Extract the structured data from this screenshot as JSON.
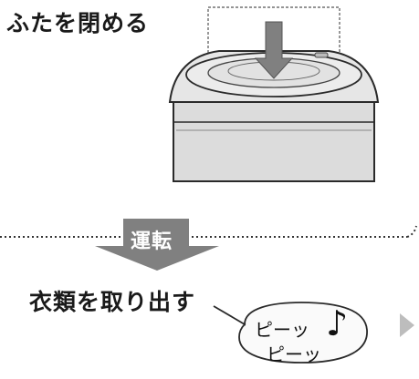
{
  "steps": {
    "close_lid": "ふたを閉める",
    "run": "運転",
    "take_out": "衣類を取り出す"
  },
  "sound": {
    "line1": "ピーッ",
    "line2": "ピーッ",
    "note_icon": "eighth-note-icon"
  },
  "colors": {
    "arrow_gray": "#808080",
    "machine_fill": "#dcdcdc",
    "outline": "#2a2a2a",
    "triangle_gray": "#bdbdbd"
  }
}
